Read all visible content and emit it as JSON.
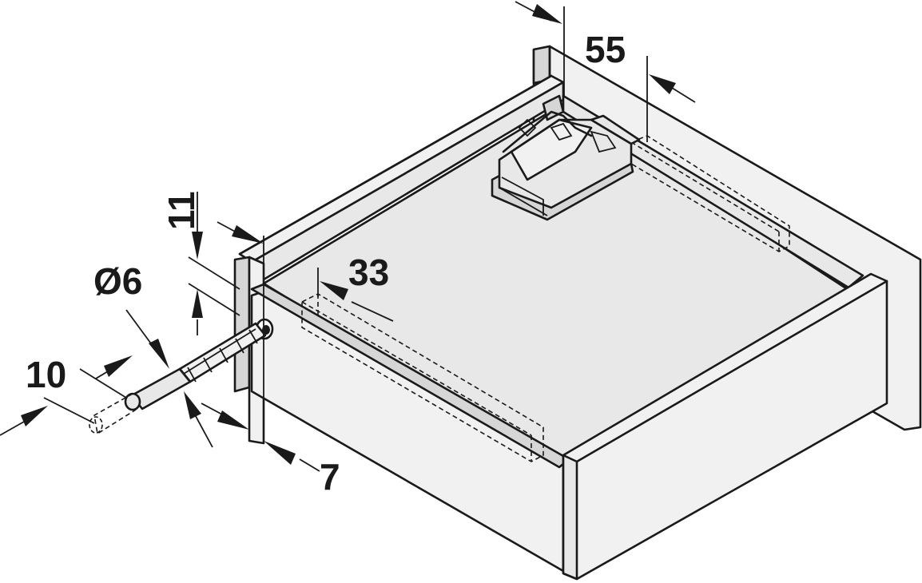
{
  "dimensions": {
    "d55": "55",
    "d11": "11",
    "d33": "33",
    "d6": "Ø6",
    "d10": "10",
    "d7": "7"
  },
  "colors": {
    "line": "#1a1a1a",
    "panel": "#e8e8e8",
    "panel_light": "#f1f1f1",
    "panel_dark": "#d6d6d6",
    "background": "#ffffff"
  },
  "icons": [
    "drill-bit-icon",
    "soft-close-mechanism-icon",
    "dimension-arrow-icon"
  ]
}
